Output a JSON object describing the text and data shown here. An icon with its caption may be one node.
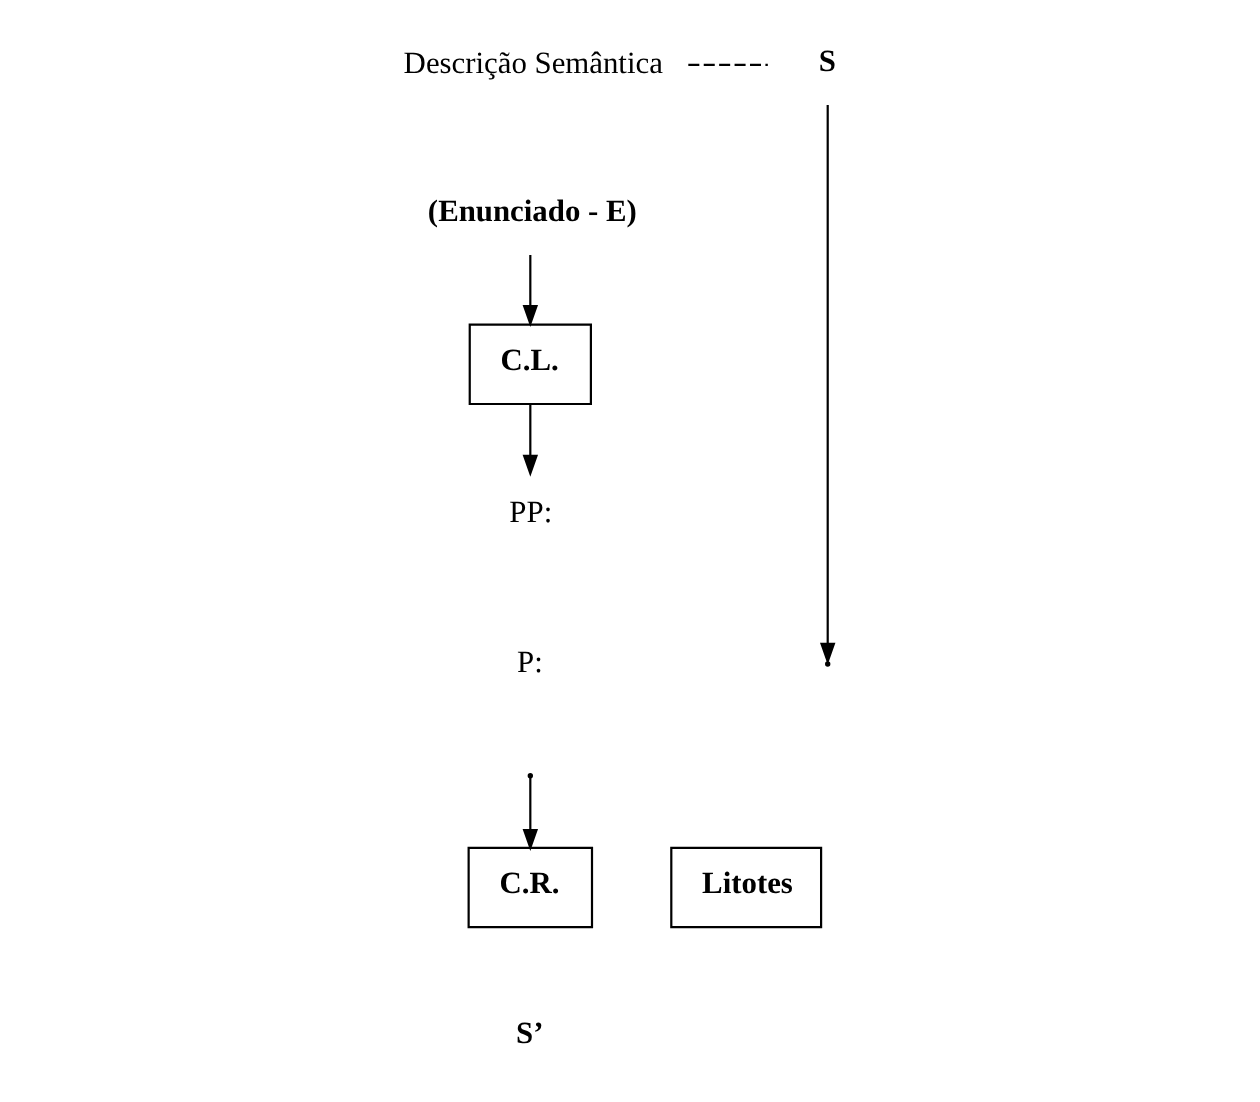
{
  "diagram": {
    "nodes": [
      {
        "text": [
          "Descrição Semântica"
        ]
      },
      {
        "text": [
          "S"
        ]
      },
      {
        "text": [
          "(Enunciado - E)"
        ]
      },
      {
        "text": [
          "C.L."
        ]
      },
      {
        "text": [
          "PP:"
        ]
      },
      {
        "text": [
          "P:"
        ]
      },
      {
        "text": [
          "C.R."
        ]
      },
      {
        "text": [
          "Litotes"
        ]
      },
      {
        "text": [
          "S’"
        ]
      }
    ],
    "edges": [
      {
        "from": 0,
        "to": 1,
        "arrow": "none",
        "style": "dashed"
      },
      {
        "from": 2,
        "to": 3,
        "arrow": "to"
      },
      {
        "from": 3,
        "to": 4,
        "arrow": "to"
      },
      {
        "from": 1,
        "to": null,
        "arrow": "to"
      },
      {
        "from": null,
        "to": 6,
        "arrow": "to"
      }
    ]
  }
}
